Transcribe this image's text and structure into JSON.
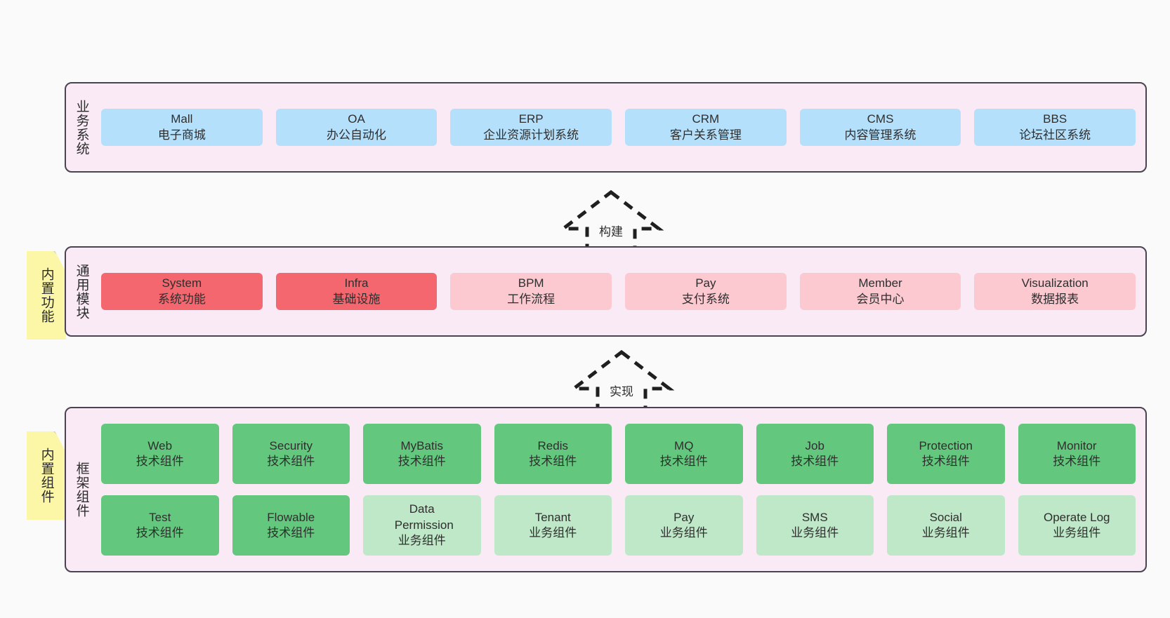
{
  "diagram": {
    "background_color": "#fafafa",
    "layer_fill": "#f9eaf5",
    "layer_border": "#4a4352",
    "note_fill": "#fbf7a6",
    "colors": {
      "business": "#b5e0fb",
      "module_primary": "#f4676f",
      "module_secondary": "#fcc9d1",
      "tech_component": "#63c87d",
      "business_component": "#bee8c7"
    }
  },
  "layers": [
    {
      "id": "business-system",
      "title": "业务系统",
      "rows": [
        {
          "cells": [
            {
              "en": "Mall",
              "cn": "电子商城",
              "color": "c-blue"
            },
            {
              "en": "OA",
              "cn": "办公自动化",
              "color": "c-blue"
            },
            {
              "en": "ERP",
              "cn": "企业资源计划系统",
              "color": "c-blue"
            },
            {
              "en": "CRM",
              "cn": "客户关系管理",
              "color": "c-blue"
            },
            {
              "en": "CMS",
              "cn": "内容管理系统",
              "color": "c-blue"
            },
            {
              "en": "BBS",
              "cn": "论坛社区系统",
              "color": "c-blue"
            }
          ]
        }
      ]
    },
    {
      "id": "common-module",
      "title": "通用模块",
      "note": "内置功能",
      "rows": [
        {
          "cells": [
            {
              "en": "System",
              "cn": "系统功能",
              "color": "c-red"
            },
            {
              "en": "Infra",
              "cn": "基础设施",
              "color": "c-red"
            },
            {
              "en": "BPM",
              "cn": "工作流程",
              "color": "c-pink"
            },
            {
              "en": "Pay",
              "cn": "支付系统",
              "color": "c-pink"
            },
            {
              "en": "Member",
              "cn": "会员中心",
              "color": "c-pink"
            },
            {
              "en": "Visualization",
              "cn": "数据报表",
              "color": "c-pink"
            }
          ]
        }
      ]
    },
    {
      "id": "framework-component",
      "title": "框架组件",
      "note": "内置组件",
      "rows": [
        {
          "cells": [
            {
              "en": "Web",
              "cn": "技术组件",
              "color": "c-green"
            },
            {
              "en": "Security",
              "cn": "技术组件",
              "color": "c-green"
            },
            {
              "en": "MyBatis",
              "cn": "技术组件",
              "color": "c-green"
            },
            {
              "en": "Redis",
              "cn": "技术组件",
              "color": "c-green"
            },
            {
              "en": "MQ",
              "cn": "技术组件",
              "color": "c-green"
            },
            {
              "en": "Job",
              "cn": "技术组件",
              "color": "c-green"
            },
            {
              "en": "Protection",
              "cn": "技术组件",
              "color": "c-green"
            },
            {
              "en": "Monitor",
              "cn": "技术组件",
              "color": "c-green"
            }
          ]
        },
        {
          "cells": [
            {
              "en": "Test",
              "cn": "技术组件",
              "color": "c-green"
            },
            {
              "en": "Flowable",
              "cn": "技术组件",
              "color": "c-green"
            },
            {
              "en": "Data Permission",
              "cn": "业务组件",
              "color": "c-lightgreen"
            },
            {
              "en": "Tenant",
              "cn": "业务组件",
              "color": "c-lightgreen"
            },
            {
              "en": "Pay",
              "cn": "业务组件",
              "color": "c-lightgreen"
            },
            {
              "en": "SMS",
              "cn": "业务组件",
              "color": "c-lightgreen"
            },
            {
              "en": "Social",
              "cn": "业务组件",
              "color": "c-lightgreen"
            },
            {
              "en": "Operate Log",
              "cn": "业务组件",
              "color": "c-lightgreen"
            }
          ]
        }
      ]
    }
  ],
  "arrows": [
    {
      "id": "arrow-build",
      "label": "构建"
    },
    {
      "id": "arrow-implement",
      "label": "实现"
    }
  ]
}
